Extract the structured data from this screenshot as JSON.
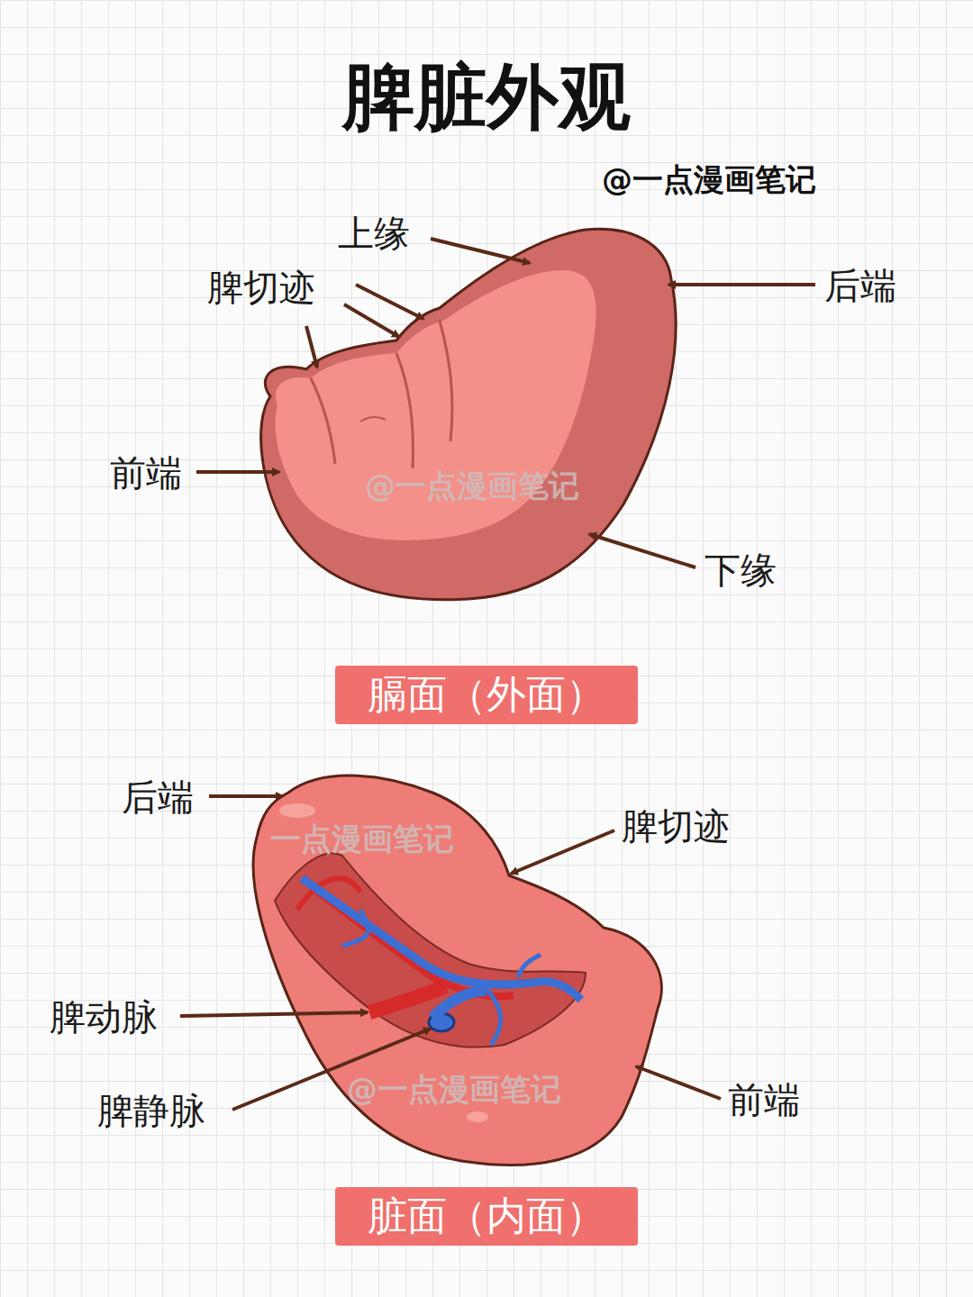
{
  "diagram": {
    "title": "脾脏外观",
    "nodes": [
      {
        "text": [
          "膈面（外面）"
        ]
      },
      {
        "text": [
          "脏面（内面）"
        ]
      }
    ],
    "labels": [
      "@一点漫画笔记",
      "上缘",
      "脾切迹",
      "后端",
      "前端",
      "@一点漫画笔记",
      "下缘",
      "后端",
      "一点漫画笔记",
      "脾切迹",
      "脾动脉",
      "前端",
      "脾静脉",
      "@一点漫画笔记"
    ]
  }
}
